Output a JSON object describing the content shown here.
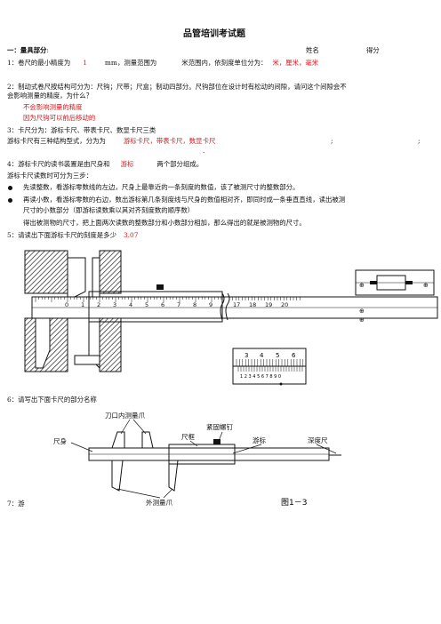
{
  "title": "品管培训考试题",
  "section1": {
    "num": "一：",
    "label": "量具部分",
    "colon": ":"
  },
  "header_fields": {
    "name": "姓名",
    "score": "得分"
  },
  "q1": {
    "prefix": "1：卷尺的最小精度为",
    "ans_precision": "1",
    "mid": "mm，测量范围为",
    "after": "米范围内，依刻度单位分为：",
    "ans_units": "米，厘米，毫米"
  },
  "q2": {
    "line1": "2：制动式卷尺按结构可分为：尺钩；尺带；尺盒；制动四部分。尺钩部位在设计时有松动的间隙，请问这个间隙会不",
    "line2": "会影响测量的精度，为什么？",
    "ans1": "不会影响测量的精度",
    "ans2": "因为尺钩可以前后移动的"
  },
  "q3": {
    "line1": "3：卡尺分为：游标卡尺、带表卡尺、数显卡尺三类",
    "prefix2": "游标卡尺有三种结构型式，分为为",
    "ans": "游标卡尺，带表卡尺，数显卡尺",
    "semi1": ";",
    "semi2": ";",
    "dot": "."
  },
  "q4": {
    "prefix": "4：游标卡尺的读书装置是由尺身和",
    "ans": "游标",
    "suffix": "两个部分组成。",
    "line2": "游标卡尺读数时可分为三步：",
    "bullet1": "先读整数，看游标零数线的左边，尺身上最靠近的一条刻度的数值，该了被测尺寸的整数部分。",
    "bullet2a": "再读小数，看游标零数的右边，数出游标第几条刻度线与尺身的数值相对齐，即同时成一条垂直直线，读出被测",
    "bullet2b": "尺寸的小数部分（即游标读数乘以其对齐刻度数的顺序数）",
    "line3": "得出被测物的尺寸，把上面两次读数的整数部分和小数部分相加，那么得出的就是被测物的尺寸。"
  },
  "q5": {
    "prefix": "5：请读出下面游标卡尺的刻度是多少",
    "ans": "3.07"
  },
  "caliper1": {
    "main_scale": [
      "0",
      "1",
      "2",
      "3",
      "4",
      "5",
      "6",
      "7",
      "8",
      "9",
      "17",
      "18",
      "19",
      "20"
    ],
    "vernier_top": [
      "3",
      "4",
      "5",
      "6"
    ],
    "vernier_bottom": "1 2 3 4 5 6 7 8 9 0"
  },
  "q6": {
    "text": "6：请写出下面卡尺的部分名称"
  },
  "caliper2": {
    "labels": {
      "inner_jaw": "刀口内测量爪",
      "screw": "紧固螺钉",
      "frame": "尺框",
      "body": "尺身",
      "vernier": "游标",
      "depth": "深度尺",
      "outer_jaw": "外测量爪",
      "figure": "图1－3"
    }
  },
  "q7": {
    "text": "7：游"
  }
}
